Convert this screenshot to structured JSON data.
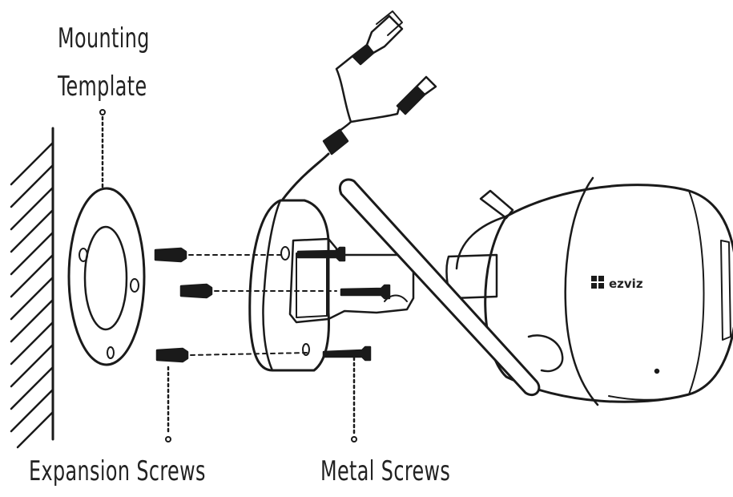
{
  "labels": {
    "mounting_template_line1": "Mounting",
    "mounting_template_line2": "Template",
    "expansion_screws": "Expansion Screws",
    "metal_screws": "Metal Screws"
  },
  "brand": {
    "logo_text": "ezviz"
  },
  "colors": {
    "line": "#1a1a1a",
    "background": "#ffffff"
  }
}
